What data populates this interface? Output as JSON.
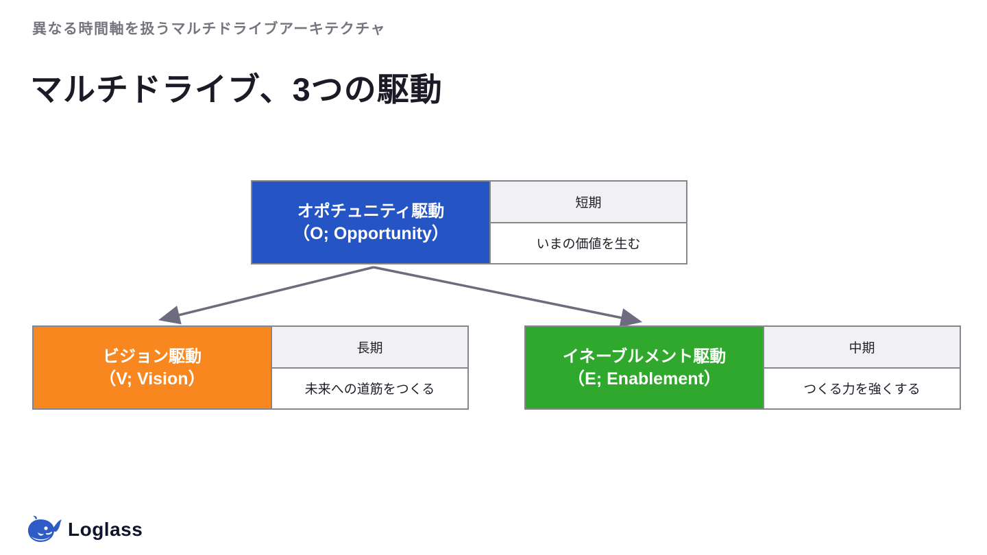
{
  "slide": {
    "kicker": "異なる時間軸を扱うマルチドライブアーキテクチャ",
    "title": "マルチドライブ、3つの駆動"
  },
  "nodes": [
    {
      "id": "opportunity",
      "label_ja": "オポチュニティ駆動",
      "label_en": "（O; Opportunity）",
      "term": "短期",
      "description": "いまの価値を生む",
      "color": "#2554c5"
    },
    {
      "id": "vision",
      "label_ja": "ビジョン駆動",
      "label_en": "（V; Vision）",
      "term": "長期",
      "description": "未来への道筋をつくる",
      "color": "#f7871e"
    },
    {
      "id": "enablement",
      "label_ja": "イネーブルメント駆動",
      "label_en": "（E; Enablement）",
      "term": "中期",
      "description": "つくる力を強くする",
      "color": "#2fa82d"
    }
  ],
  "connectors": {
    "color": "#6c6c7e",
    "from": "opportunity",
    "to": [
      "vision",
      "enablement"
    ]
  },
  "logo": {
    "text": "Loglass",
    "icon": "whale-icon",
    "icon_color": "#2e5bc6"
  }
}
